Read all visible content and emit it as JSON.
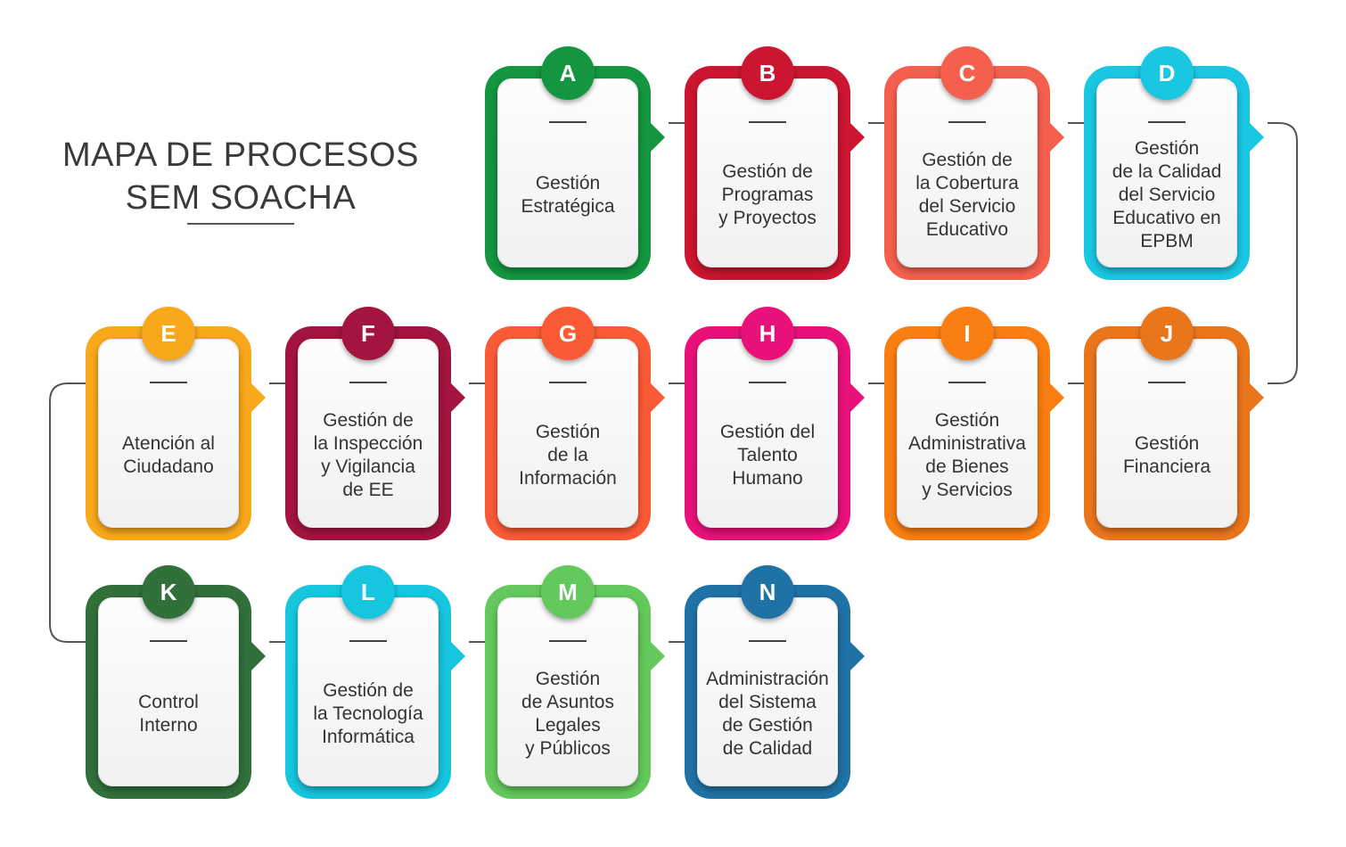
{
  "title": {
    "line1": "MAPA DE PROCESOS",
    "line2": "SEM SOACHA"
  },
  "processes": [
    {
      "letter": "A",
      "label": "Gestión\nEstratégica",
      "color": "#13963f"
    },
    {
      "letter": "B",
      "label": "Gestión de\nProgramas\ny Proyectos",
      "color": "#cc1530"
    },
    {
      "letter": "C",
      "label": "Gestión de\nla Cobertura\ndel Servicio\nEducativo",
      "color": "#f5604e"
    },
    {
      "letter": "D",
      "label": "Gestión\nde la Calidad\ndel Servicio\nEducativo en\nEPBM",
      "color": "#19c7e2"
    },
    {
      "letter": "E",
      "label": "Atención al\nCiudadano",
      "color": "#f9a81b"
    },
    {
      "letter": "F",
      "label": "Gestión de\nla Inspección\ny Vigilancia\nde EE",
      "color": "#a3143e"
    },
    {
      "letter": "G",
      "label": "Gestión\nde la\nInformación",
      "color": "#fb5a36"
    },
    {
      "letter": "H",
      "label": "Gestión del\nTalento\nHumano",
      "color": "#e8117a"
    },
    {
      "letter": "I",
      "label": "Gestión\nAdministrativa\nde Bienes\ny Servicios",
      "color": "#fa7e12"
    },
    {
      "letter": "J",
      "label": "Gestión\nFinanciera",
      "color": "#ea761c"
    },
    {
      "letter": "K",
      "label": "Control\nInterno",
      "color": "#31703b"
    },
    {
      "letter": "L",
      "label": "Gestión de\nla Tecnología\nInformática",
      "color": "#16c5de"
    },
    {
      "letter": "M",
      "label": "Gestión\nde Asuntos\nLegales\ny Públicos",
      "color": "#63c95c"
    },
    {
      "letter": "N",
      "label": "Administración\ndel Sistema\nde Gestión\nde Calidad",
      "color": "#1f72a6"
    }
  ]
}
